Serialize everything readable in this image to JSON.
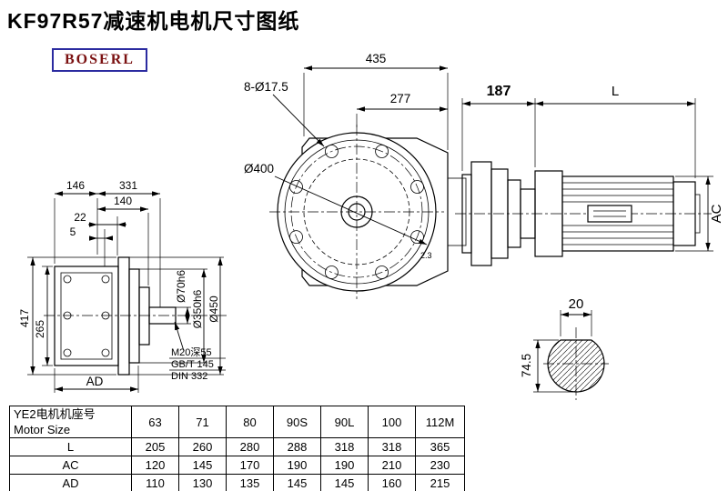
{
  "page": {
    "title": "KF97R57减速机电机尺寸图纸",
    "logo": "BOSERL"
  },
  "front_view": {
    "dim_435": "435",
    "dim_277": "277",
    "dim_bolt_holes": "8-Ø17.5",
    "dim_flange": "Ø400",
    "note_small": "2.3"
  },
  "side_view": {
    "dim_adapter": "187",
    "dim_motor_length": "L",
    "dim_motor_height": "AC"
  },
  "left_view": {
    "dim_146": "146",
    "dim_331": "331",
    "dim_140": "140",
    "dim_22": "22",
    "dim_5": "5",
    "dim_417": "417",
    "dim_265": "265",
    "dim_AD": "AD",
    "dim_shaft": "Ø70h6",
    "dim_spigot": "Ø350h6",
    "dim_flange_od": "Ø450",
    "note_thread": "M20深55",
    "note_gb": "GB/T 145",
    "note_din": "DIN 332"
  },
  "shaft_section": {
    "dim_key_width": "20",
    "dim_across": "74.5"
  },
  "table": {
    "header_cn": "YE2电机机座号",
    "header_en": "Motor Size",
    "sizes": [
      "63",
      "71",
      "80",
      "90S",
      "90L",
      "100",
      "112M"
    ],
    "rows": [
      {
        "label": "L",
        "values": [
          "205",
          "260",
          "280",
          "288",
          "318",
          "318",
          "365"
        ]
      },
      {
        "label": "AC",
        "values": [
          "120",
          "145",
          "170",
          "190",
          "190",
          "210",
          "230"
        ]
      },
      {
        "label": "AD",
        "values": [
          "110",
          "130",
          "135",
          "145",
          "145",
          "160",
          "215"
        ]
      }
    ]
  }
}
